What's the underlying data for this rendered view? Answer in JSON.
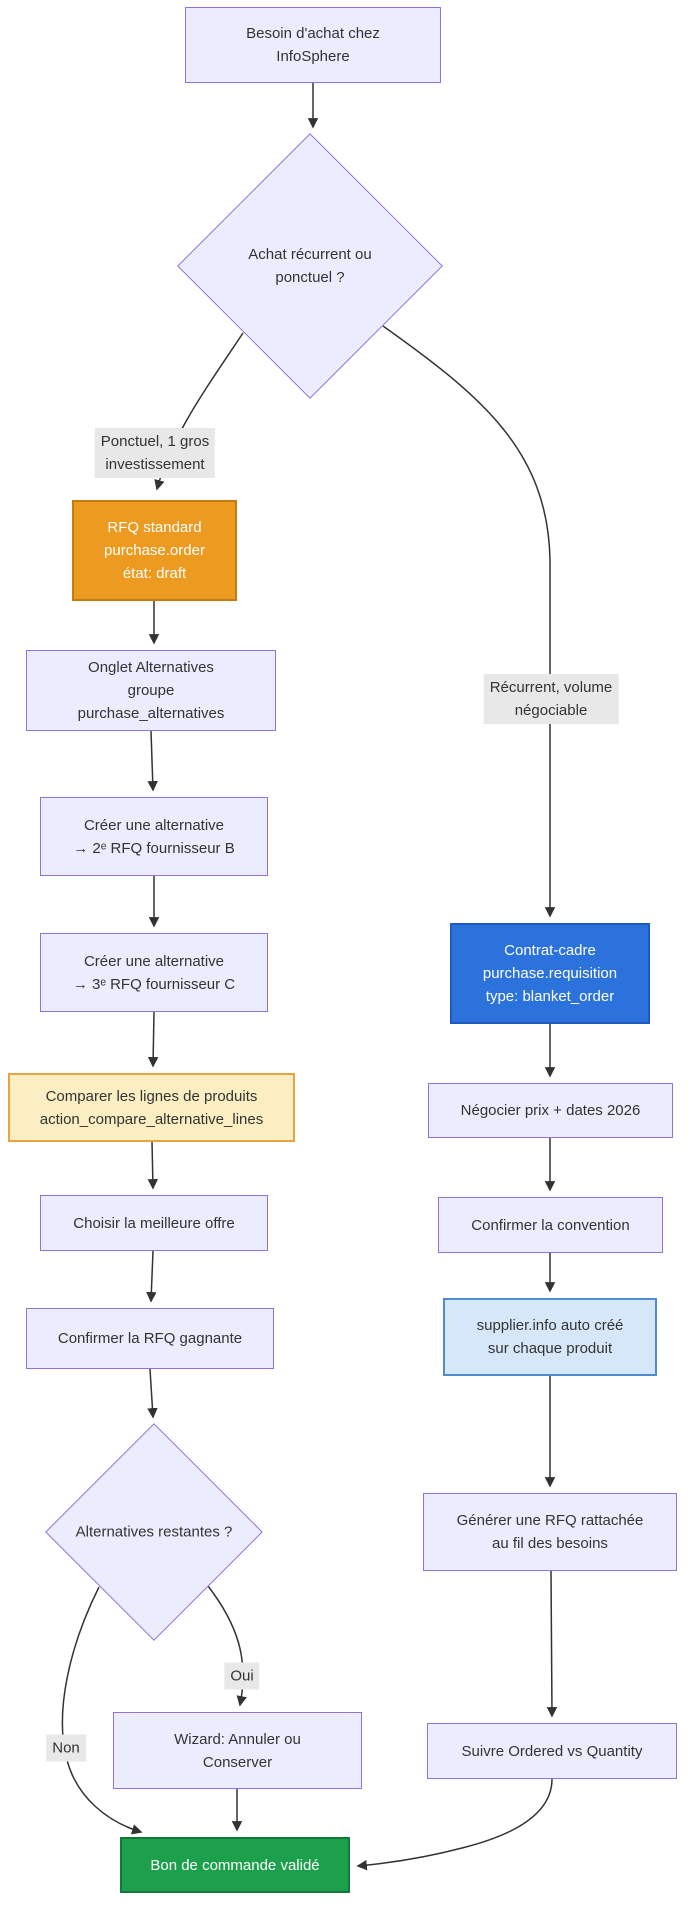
{
  "colors": {
    "node_fill": "#ECECFF",
    "node_border": "#9370DB",
    "text_color": "#333333",
    "edge_color": "#333333",
    "edge_label_bg": "#E8E8E8",
    "orange_fill": "#ED9A21",
    "orange_border": "#C27C10",
    "yellow_fill": "#FBEEC2",
    "yellow_border": "#E8A33D",
    "blue_fill": "#2B72DC",
    "blue_border": "#1E59BE",
    "lightblue_fill": "#D7E7FA",
    "lightblue_border": "#4E8CD2",
    "green_fill": "#1CA04C",
    "green_border": "#12793A",
    "canvas_bg": "#FFFFFF"
  },
  "nodes": {
    "start": "Besoin d'achat chez\nInfoSphere",
    "decision_type": "Achat récurrent ou\nponctuel ?",
    "rfq_standard": "RFQ standard\npurchase.order\nétat: draft",
    "onglet_alternatives": "Onglet Alternatives\ngroupe\npurchase_alternatives",
    "alt_b": "Créer une alternative\n→  2ᵉ RFQ fournisseur B",
    "alt_c": "Créer une alternative\n→  3ᵉ RFQ fournisseur C",
    "compare": "Comparer les lignes de produits\naction_compare_alternative_lines",
    "choose": "Choisir la meilleure offre",
    "confirm_rfq": "Confirmer la RFQ gagnante",
    "decision_alternatives": "Alternatives restantes ?",
    "wizard": "Wizard: Annuler ou\nConserver",
    "po_validated": "Bon de commande validé",
    "contrat_cadre": "Contrat-cadre\npurchase.requisition\ntype: blanket_order",
    "negocier": "Négocier prix + dates 2026",
    "confirm_convention": "Confirmer la convention",
    "supplier_info": "supplier.info auto créé\nsur chaque produit",
    "generer_rfq": "Générer une RFQ rattachée\nau fil des besoins",
    "suivre": "Suivre Ordered vs Quantity"
  },
  "edge_labels": {
    "ponctuel": "Ponctuel, 1 gros\ninvestissement",
    "recurrent": "Récurrent, volume\nnégociable",
    "oui": "Oui",
    "non": "Non"
  }
}
